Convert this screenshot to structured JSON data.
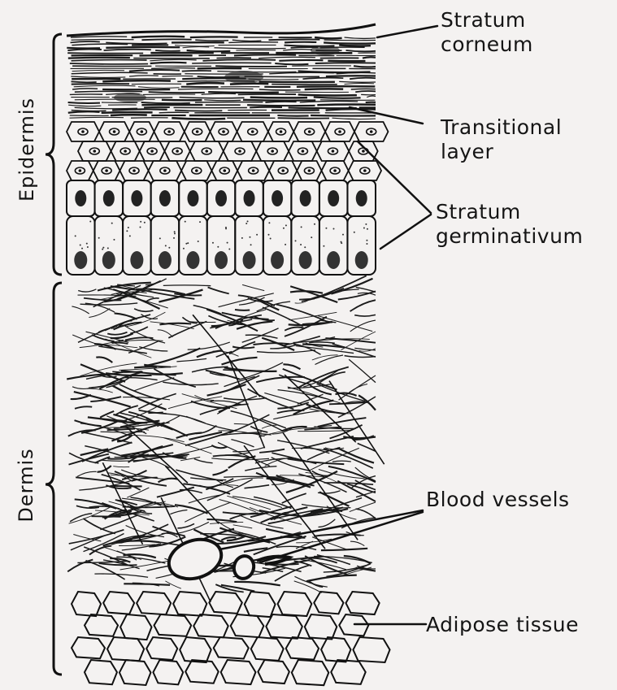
{
  "figure": {
    "layers": {
      "stratum_corneum": {
        "line1": "Stratum",
        "line2": "corneum"
      },
      "transitional_layer": {
        "line1": "Transitional",
        "line2": "layer"
      },
      "stratum_germinativum": {
        "line1": "Stratum",
        "line2": "germinativum"
      },
      "blood_vessels": "Blood vessels",
      "adipose_tissue": "Adipose tissue"
    },
    "regions": {
      "epidermis": "Epidermis",
      "dermis": "Dermis"
    }
  }
}
